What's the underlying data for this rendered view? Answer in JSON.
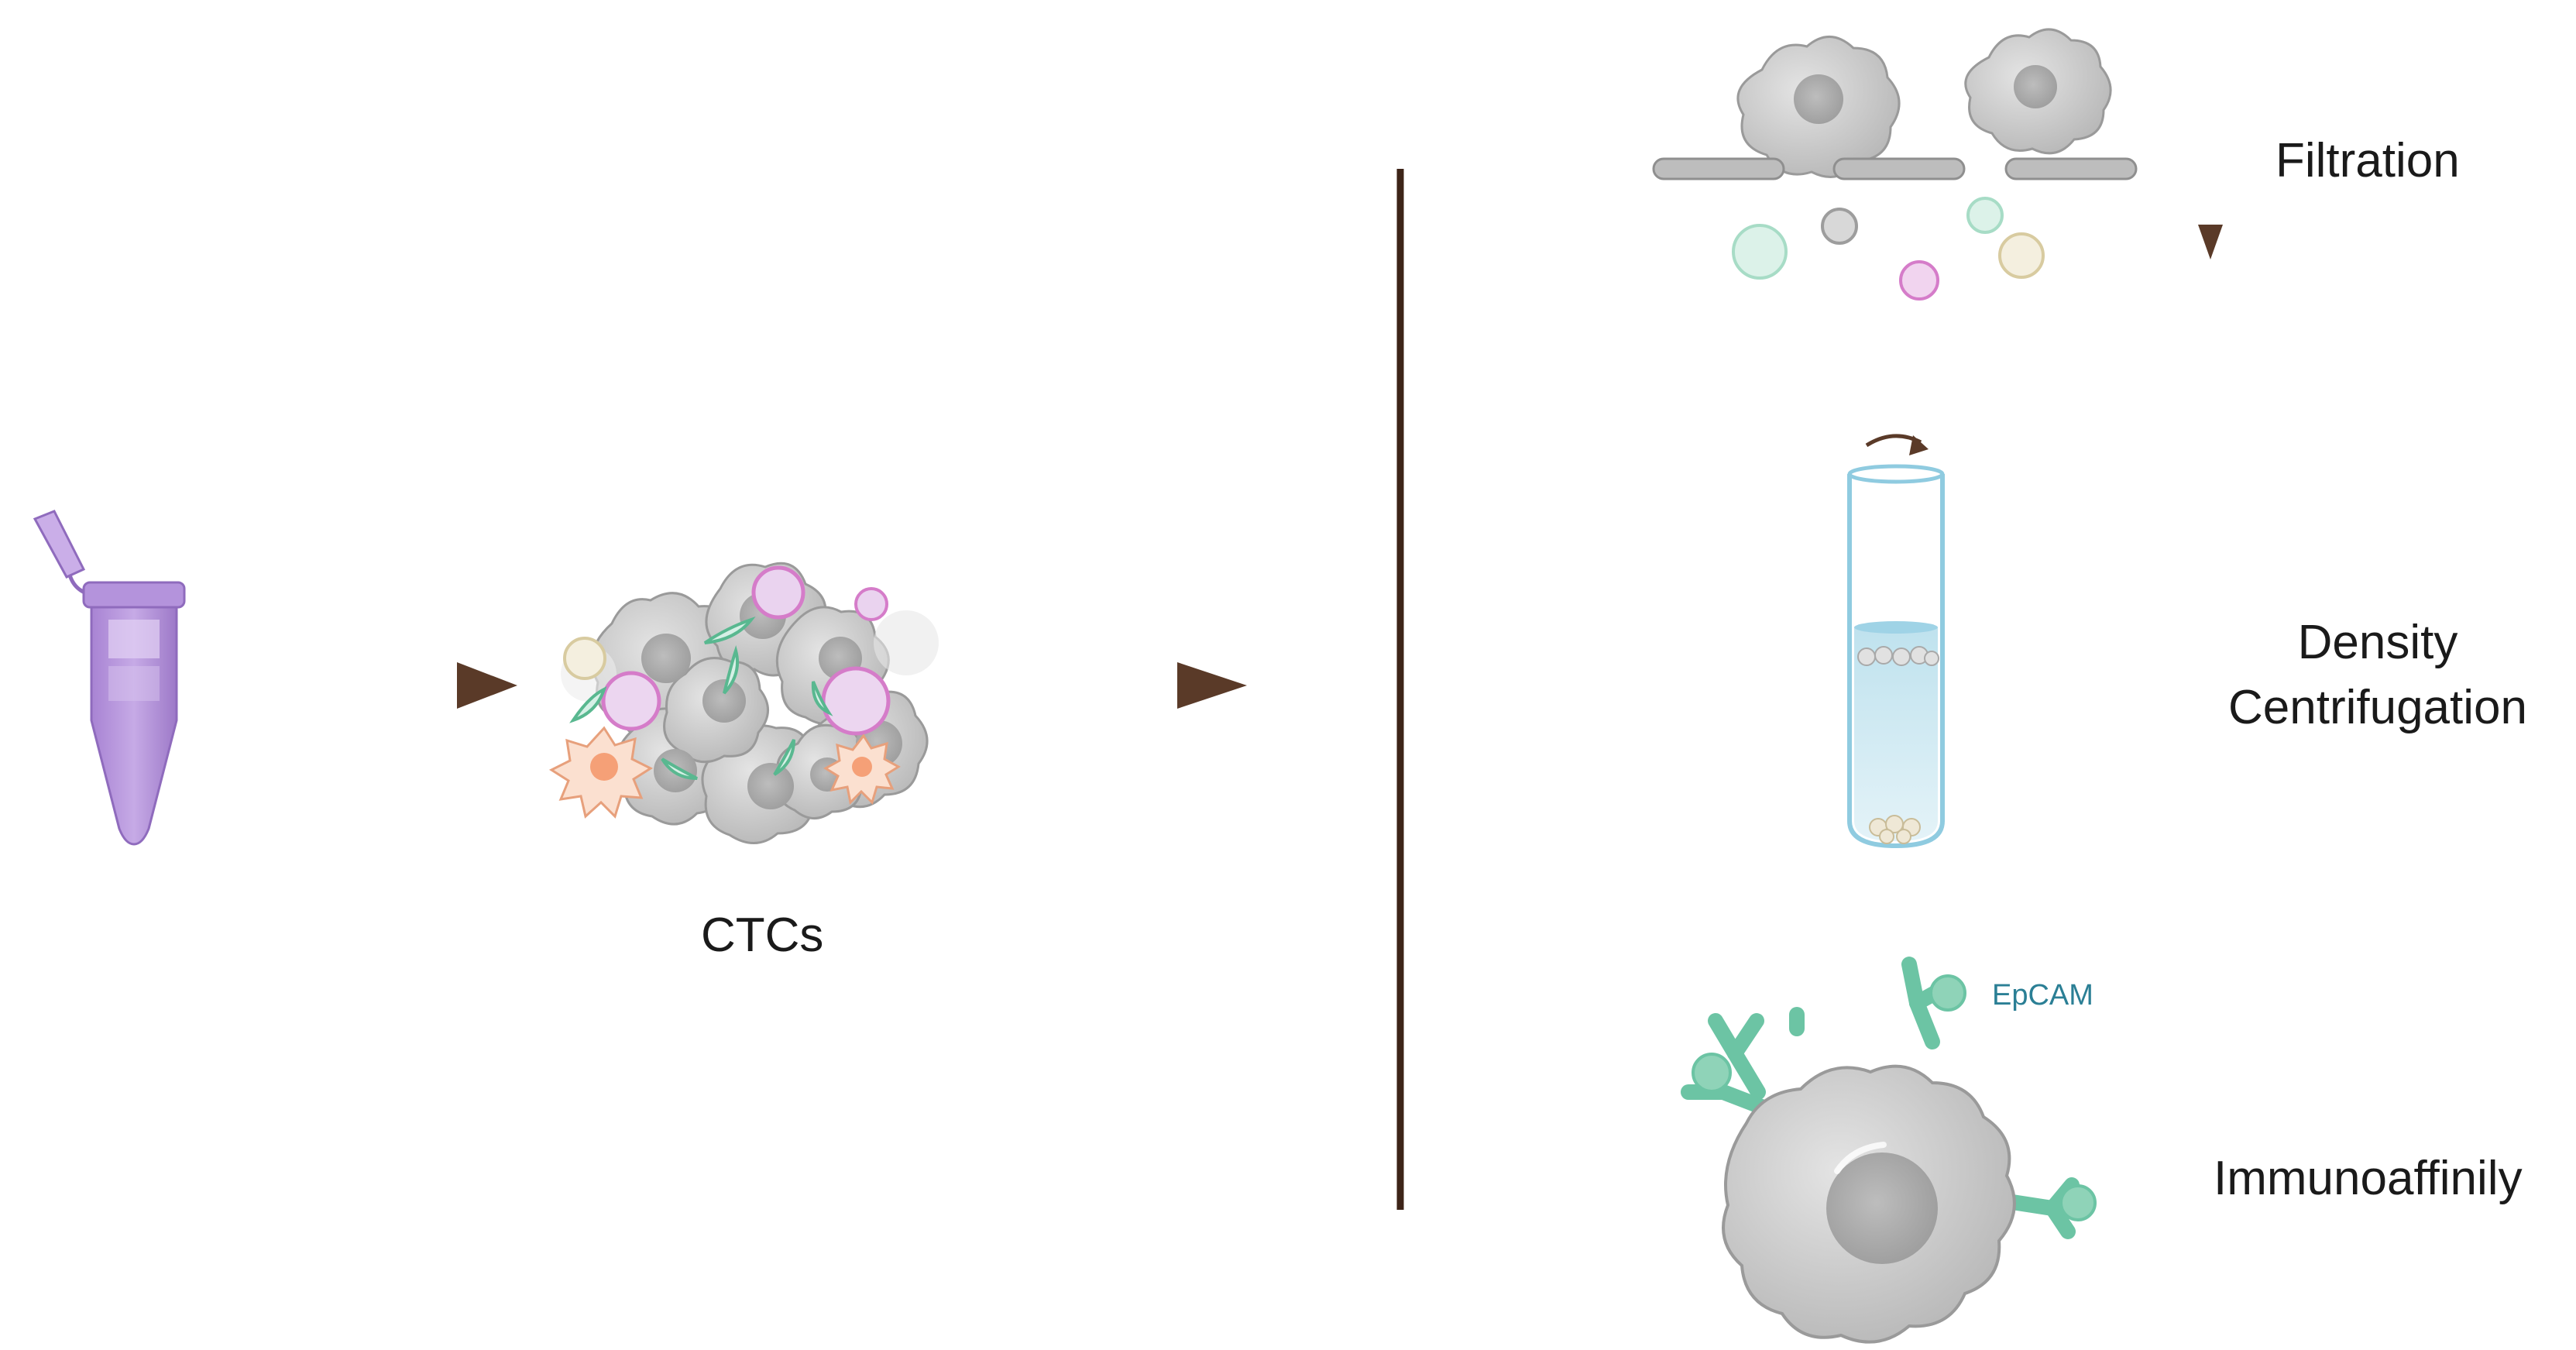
{
  "labels": {
    "ctcs": "CTCs",
    "filtration": "Filtration",
    "density_line1": "Density",
    "density_line2": "Centrifugation",
    "immunoaffinity": "Immunoaffinily",
    "epcam": "EpCAM"
  },
  "colors": {
    "arrow": "#5a3a28",
    "bracket": "#3d2418",
    "tube_purple": "#b89ad8",
    "cell_gray": "#c8c8c8",
    "antibody_green": "#6cc4a4",
    "epcam_text": "#2b7f95",
    "centrifuge_liquid": "#d6edf4"
  }
}
